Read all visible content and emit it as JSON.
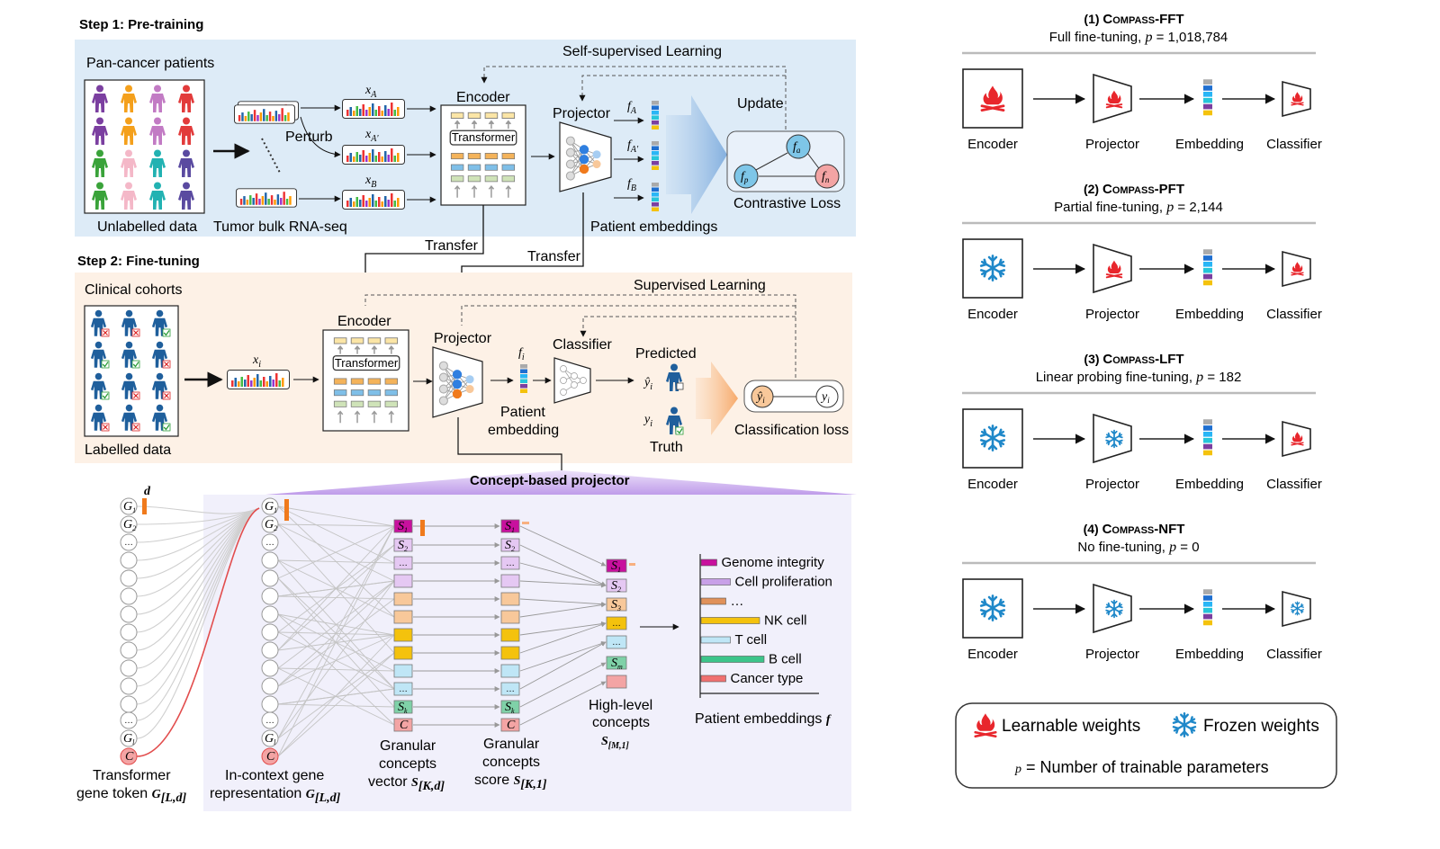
{
  "step1": {
    "title": "Step 1: Pre-training",
    "ssl": "Self-supervised Learning",
    "patients": "Pan-cancer patients",
    "unlabelled": "Unlabelled data",
    "rnaseq": "Tumor bulk RNA-seq",
    "perturb": "Perturb",
    "xA": "x",
    "xA_sub": "A",
    "xA2": "x",
    "xA2_sub": "A'",
    "xB": "x",
    "xB_sub": "B",
    "encoder": "Encoder",
    "transformer": "Transformer",
    "projector": "Projector",
    "fA": "f",
    "fA_sub": "A",
    "fA2": "f",
    "fA2_sub": "A'",
    "fB": "f",
    "fB_sub": "B",
    "update": "Update",
    "fa": "f",
    "fa_sub": "a",
    "fp": "f",
    "fp_sub": "p",
    "fn": "f",
    "fn_sub": "n",
    "contrastive": "Contrastive Loss",
    "patient_embeddings": "Patient embeddings",
    "transfer1": "Transfer",
    "transfer2": "Transfer"
  },
  "step2": {
    "title": "Step 2: Fine-tuning",
    "sl": "Supervised Learning",
    "cohorts": "Clinical cohorts",
    "labelled": "Labelled data",
    "xi": "x",
    "xi_sub": "i",
    "encoder": "Encoder",
    "transformer": "Transformer",
    "projector": "Projector",
    "fi": "f",
    "fi_sub": "i",
    "patient_emb_1": "Patient",
    "patient_emb_2": "embedding",
    "classifier": "Classifier",
    "predicted": "Predicted",
    "yhat": "ŷ",
    "yhat_sub": "i",
    "y": "y",
    "y_sub": "i",
    "truth": "Truth",
    "class_loss": "Classification loss"
  },
  "concept": {
    "title": "Concept-based  projector",
    "d": "d",
    "G1": "G",
    "G1_sub": "1",
    "G2": "G",
    "G2_sub": "2",
    "Gl": "G",
    "Gl_sub": "l",
    "C": "C",
    "dots": "…",
    "S1": "S",
    "S1_sub": "1",
    "S2": "S",
    "S2_sub": "2",
    "S3": "S",
    "S3_sub": "3",
    "Sk": "S",
    "Sk_sub": "k",
    "Sm": "S",
    "Sm_sub": "m",
    "tgt_1": "Transformer",
    "tgt_2": "gene token",
    "tgt_sym": "G",
    "tgt_sub": "[L,d]",
    "icg_1": "In-context gene",
    "icg_2": "representation",
    "icg_sym": "G",
    "icg_sub": "[L,d]",
    "gcv_1": "Granular",
    "gcv_2": "concepts",
    "gcv_3": "vector",
    "gcv_sym": "S",
    "gcv_sub": "[K,d]",
    "gcs_1": "Granular",
    "gcs_2": "concepts",
    "gcs_3": "score",
    "gcs_sym": "S",
    "gcs_sub": "[K,1]",
    "hl_1": "High-level",
    "hl_2": "concepts",
    "hl_sym": "S",
    "hl_sub": "[M,1]",
    "bars": [
      {
        "label": "Genome integrity",
        "value": 0.35,
        "color": "#c8109e"
      },
      {
        "label": "Cell proliferation",
        "value": 0.65,
        "color": "#c8a0e8"
      },
      {
        "label": "…",
        "value": 0.55,
        "color": "#e0915a"
      },
      {
        "label": "NK cell",
        "value": 1.3,
        "color": "#f4c20d"
      },
      {
        "label": "T cell",
        "value": 0.65,
        "color": "#bfe6f6"
      },
      {
        "label": "B cell",
        "value": 1.4,
        "color": "#3cc48a"
      },
      {
        "label": "Cancer type",
        "value": 0.55,
        "color": "#f07070"
      }
    ],
    "emb_label": "Patient embeddings",
    "emb_sym": "f"
  },
  "panels": [
    {
      "num": "(1)",
      "name": "Compass-FFT",
      "desc": "Full fine-tuning,",
      "p": "p",
      "pval": "= 1,018,784",
      "enc": "fire",
      "proj": "fire",
      "cls": "fire"
    },
    {
      "num": "(2)",
      "name": "Compass-PFT",
      "desc": "Partial fine-tuning,",
      "p": "p",
      "pval": "= 2,144",
      "enc": "snow",
      "proj": "fire",
      "cls": "fire"
    },
    {
      "num": "(3)",
      "name": "Compass-LFT",
      "desc": "Linear probing fine-tuning,",
      "p": "p",
      "pval": "= 182",
      "enc": "snow",
      "proj": "snow",
      "cls": "fire"
    },
    {
      "num": "(4)",
      "name": "Compass-NFT",
      "desc": "No fine-tuning,",
      "p": "p",
      "pval": "= 0",
      "enc": "snow",
      "proj": "snow",
      "cls": "snow"
    }
  ],
  "panel_labels": {
    "encoder": "Encoder",
    "projector": "Projector",
    "embedding": "Embedding",
    "classifier": "Classifier"
  },
  "legend": {
    "learnable": "Learnable weights",
    "frozen": "Frozen weights",
    "p": "p",
    "p_desc": "= Number of trainable parameters"
  },
  "colors": {
    "step1_bg": "#ddebf7",
    "step2_bg": "#fdf1e6",
    "concept_bg": "#f1f0fb",
    "fire": "#e8262c",
    "snow": "#1f88c9",
    "node_blue": "#7ec6e8",
    "node_red": "#f3a4a4",
    "node_orange": "#f8c89a"
  }
}
